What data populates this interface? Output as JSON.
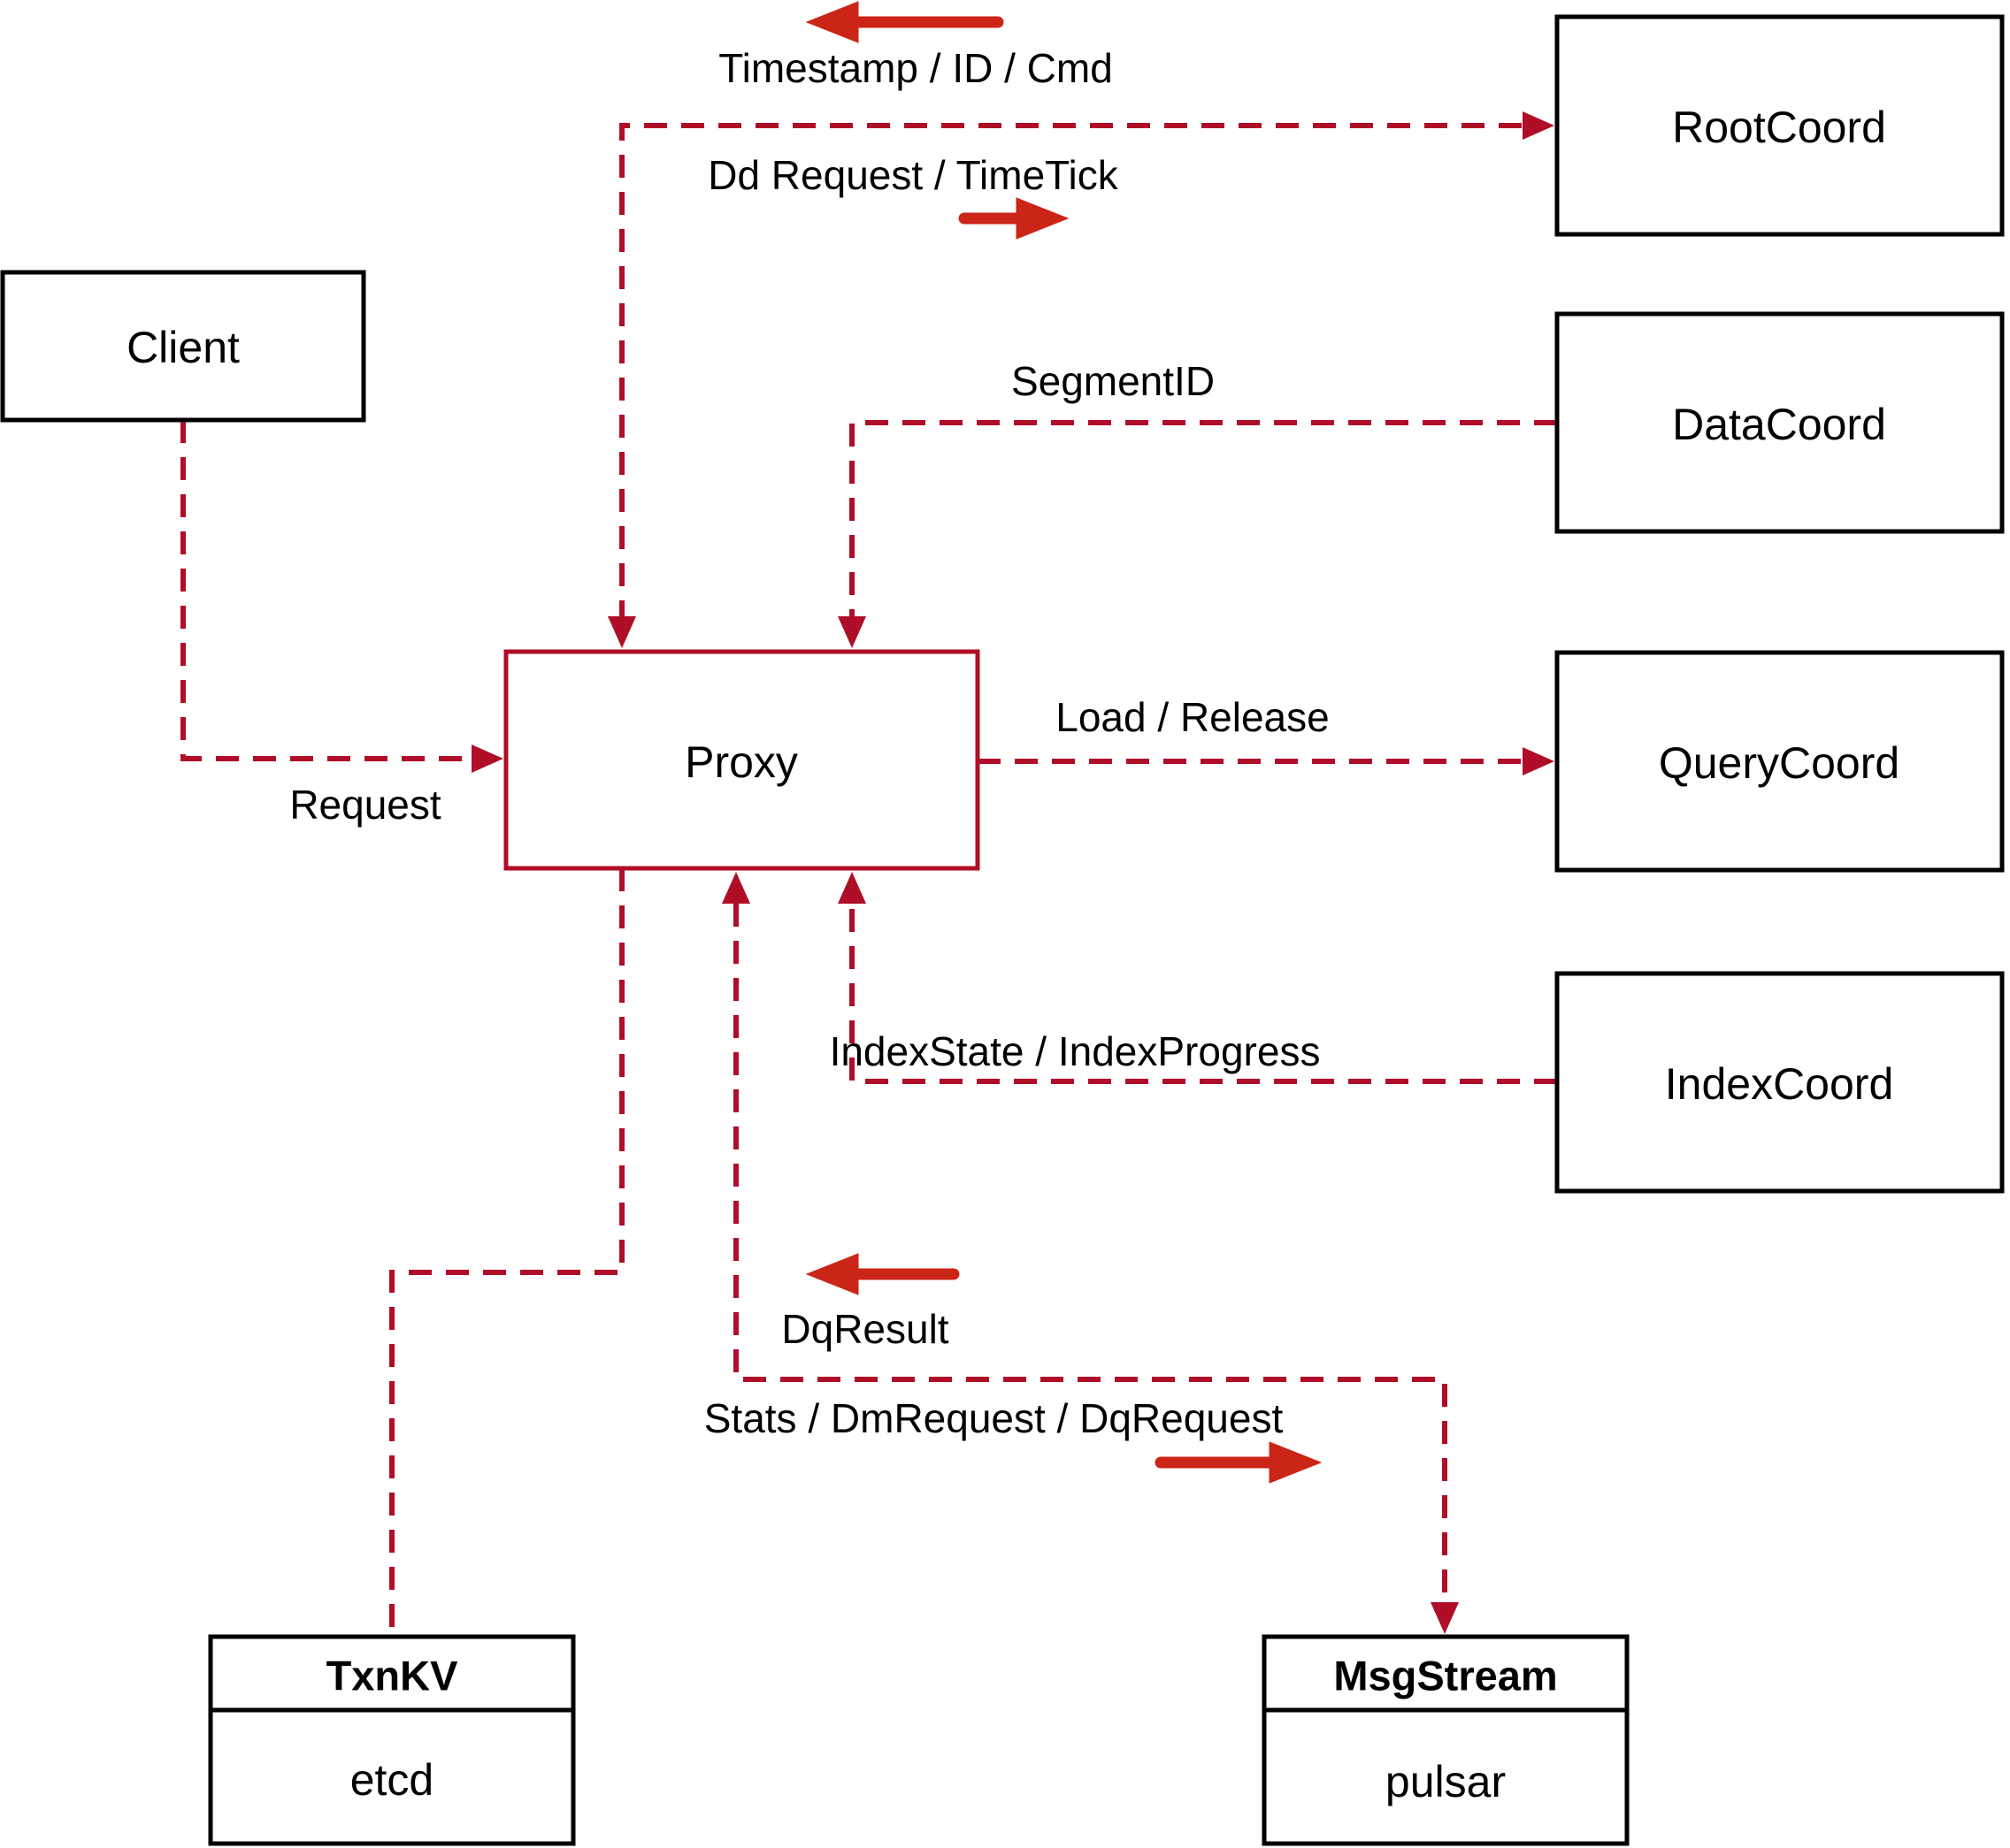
{
  "nodes": {
    "client": {
      "label": "Client"
    },
    "proxy": {
      "label": "Proxy"
    },
    "root_coord": {
      "label": "RootCoord"
    },
    "data_coord": {
      "label": "DataCoord"
    },
    "query_coord": {
      "label": "QueryCoord"
    },
    "index_coord": {
      "label": "IndexCoord"
    },
    "txn_kv": {
      "title": "TxnKV",
      "body": "etcd"
    },
    "msg_stream": {
      "title": "MsgStream",
      "body": "pulsar"
    }
  },
  "edges": {
    "rootcoord_to_proxy": {
      "label": "Timestamp / ID / Cmd"
    },
    "proxy_to_rootcoord": {
      "label": "Dd Request / TimeTick"
    },
    "datacoord_to_proxy": {
      "label": "SegmentID"
    },
    "client_to_proxy": {
      "label": "Request"
    },
    "proxy_to_querycoord": {
      "label": "Load / Release"
    },
    "indexcoord_to_proxy": {
      "label": "IndexState / IndexProgress"
    },
    "msgstream_to_proxy": {
      "label": "DqResult"
    },
    "proxy_to_msgstream": {
      "label": "Stats / DmRequest / DqRequest"
    }
  },
  "colors": {
    "connector": "#B00E28",
    "annotation_arrow": "#CB2517",
    "node_border": "#000000",
    "proxy_accent": "#B00E28",
    "text": "#000000",
    "background": "#FFFFFF"
  }
}
